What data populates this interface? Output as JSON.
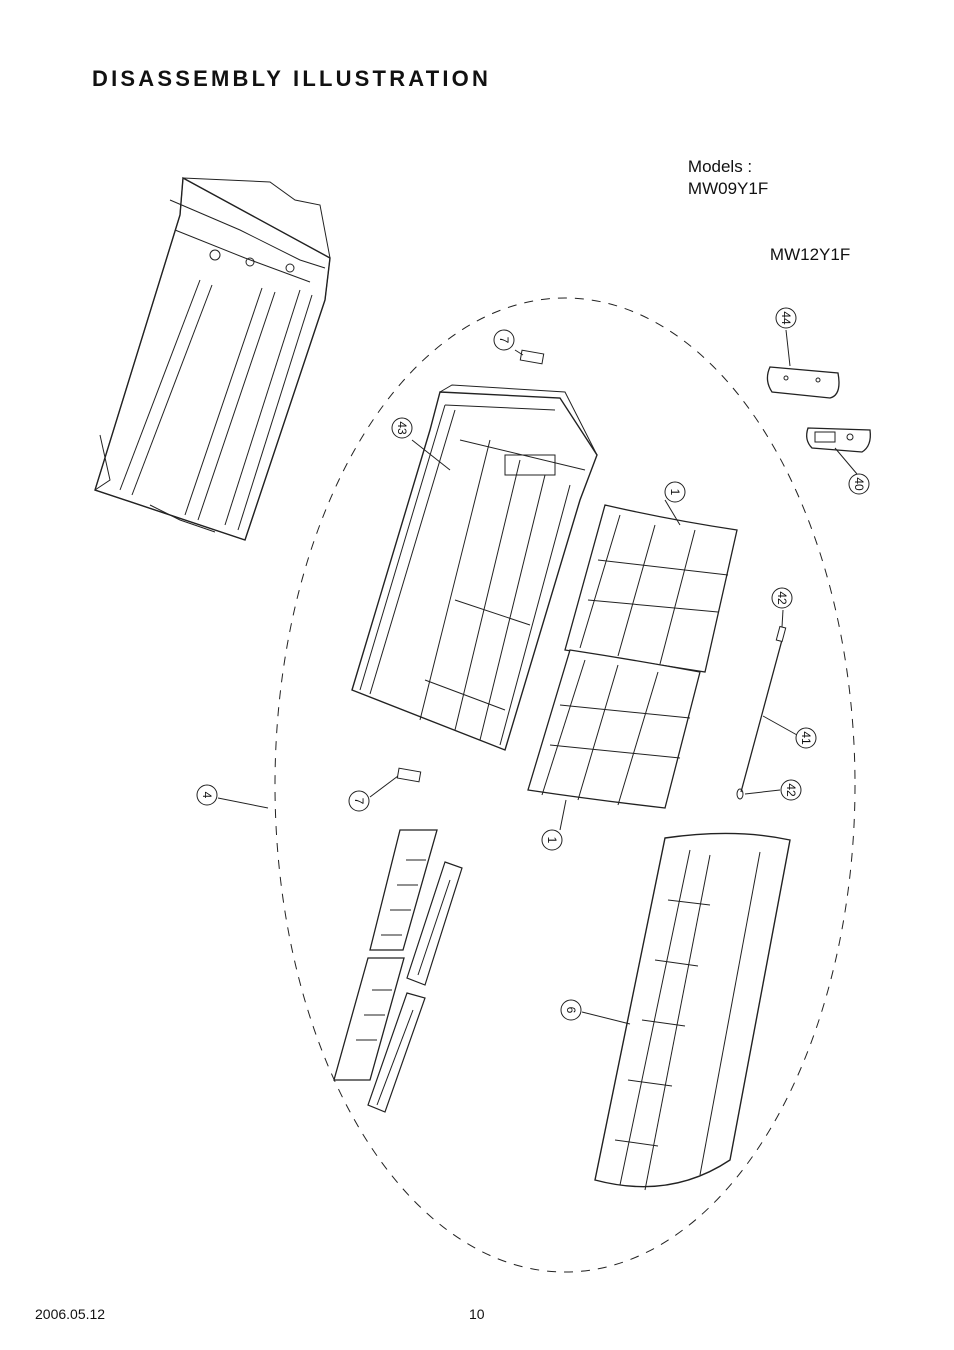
{
  "page": {
    "title": "DISASSEMBLY ILLUSTRATION",
    "models_label": "Models :",
    "models": [
      "MW09Y1F",
      "MW12Y1F"
    ],
    "date": "2006.05.12",
    "page_number": "10"
  },
  "callouts": [
    {
      "id": "c44",
      "label": "44"
    },
    {
      "id": "c40",
      "label": "40"
    },
    {
      "id": "c7a",
      "label": "7"
    },
    {
      "id": "c43",
      "label": "43"
    },
    {
      "id": "c1a",
      "label": "1"
    },
    {
      "id": "c42a",
      "label": "42"
    },
    {
      "id": "c41",
      "label": "41"
    },
    {
      "id": "c42b",
      "label": "42"
    },
    {
      "id": "c4",
      "label": "4"
    },
    {
      "id": "c7b",
      "label": "7"
    },
    {
      "id": "c1b",
      "label": "1"
    },
    {
      "id": "c6",
      "label": "6"
    }
  ]
}
